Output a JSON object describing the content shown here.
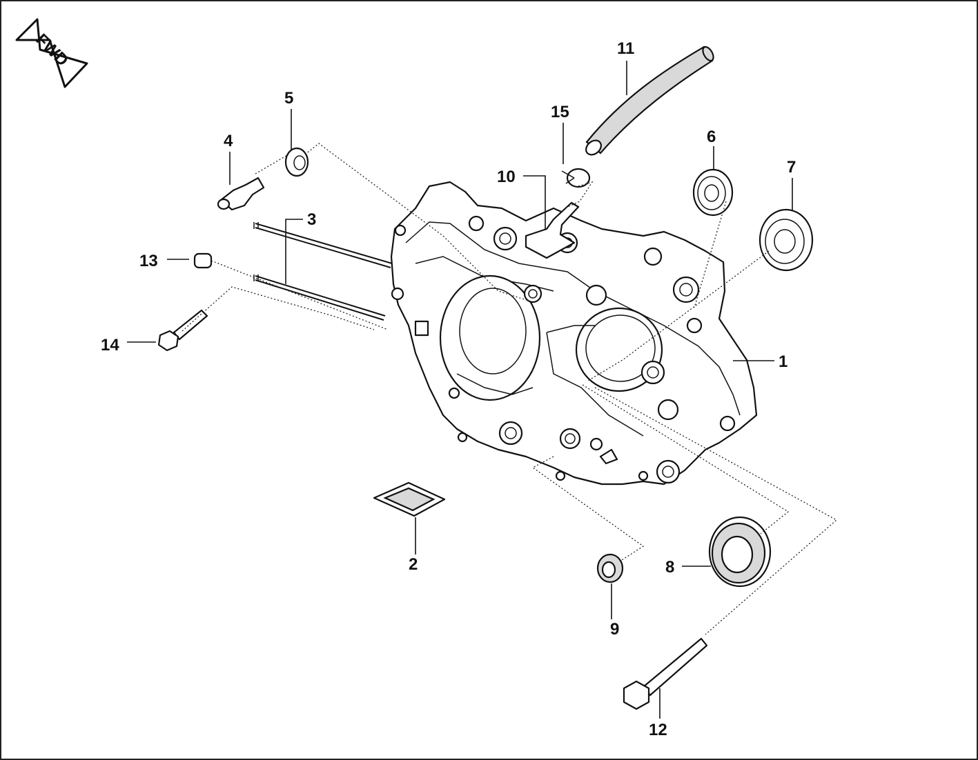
{
  "diagram": {
    "orientation_badge": "FWD",
    "callouts": {
      "c1": "1",
      "c2": "2",
      "c3": "3",
      "c4": "4",
      "c5": "5",
      "c6": "6",
      "c7": "7",
      "c8": "8",
      "c9": "9",
      "c10": "10",
      "c11": "11",
      "c12": "12",
      "c13": "13",
      "c14": "14",
      "c15": "15"
    }
  }
}
